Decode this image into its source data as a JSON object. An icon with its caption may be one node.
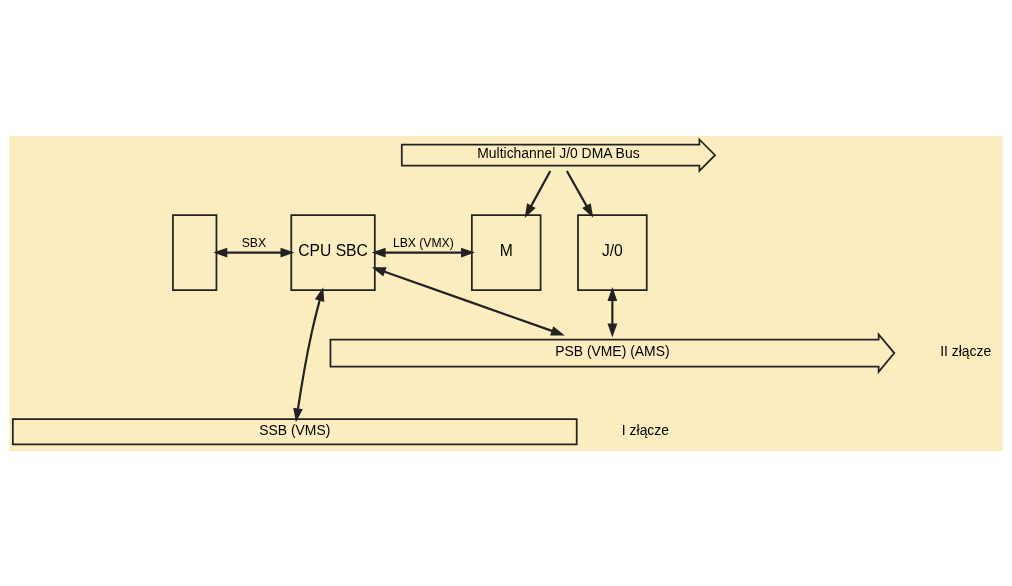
{
  "diagram": {
    "nodes": [
      {
        "text": [],
        "shape": "box"
      },
      {
        "text": [
          "CPU SBC"
        ]
      },
      {
        "text": [
          "M"
        ]
      },
      {
        "text": [
          "J/0"
        ]
      },
      {
        "text": [
          "PSB (VME) (AMS)"
        ]
      },
      {
        "text": [
          "SSB (VMS)"
        ]
      },
      {
        "text": [
          "Multichannel J/0 DMA Bus"
        ]
      }
    ],
    "edges": [
      {
        "from": 0,
        "to": 1,
        "arrow": "both",
        "label": "SBX"
      },
      {
        "from": 6,
        "to": 2,
        "arrow": "to"
      },
      {
        "from": 6,
        "to": 3,
        "arrow": "to"
      },
      {
        "from": 1,
        "to": 2,
        "arrow": "both",
        "label": "LBX (VMX)"
      },
      {
        "from": 5,
        "to": 1,
        "arrow": "both"
      },
      {
        "from": 1,
        "to": 4,
        "arrow": "both"
      },
      {
        "from": 3,
        "to": 4,
        "arrow": "both"
      }
    ],
    "labels": [
      "II złącze",
      "I złącze"
    ]
  }
}
